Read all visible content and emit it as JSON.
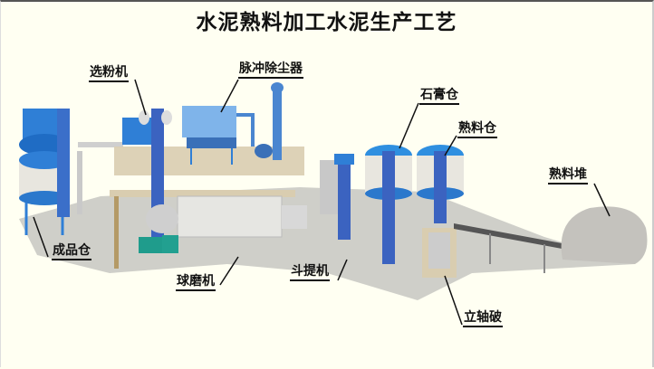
{
  "title": "水泥熟料加工水泥生产工艺",
  "labels": {
    "separator": "选粉机",
    "pulse_dust_collector": "脉冲除尘器",
    "gypsum_silo": "石膏仓",
    "clinker_silo": "熟料仓",
    "clinker_pile": "熟料堆",
    "finished_product_silo": "成品仓",
    "ball_mill": "球磨机",
    "bucket_elevator": "斗提机",
    "vertical_shaft_crusher": "立轴破"
  },
  "colors": {
    "background": "#fffff2",
    "equipment_blue": "#2f7fd6",
    "silo_white": "#e8e6df",
    "platform_tan": "#d9cdb0",
    "shadow_gray": "#9a9a9a",
    "text": "#111111"
  }
}
